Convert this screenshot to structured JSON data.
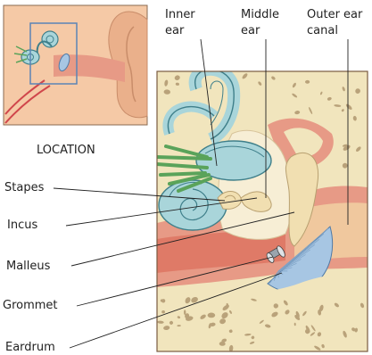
{
  "labels": {
    "inner_ear": [
      "Inner",
      "ear"
    ],
    "middle_ear": [
      "Middle",
      "ear"
    ],
    "outer_ear_canal": [
      "Outer ear",
      "canal"
    ],
    "location": "LOCATION",
    "stapes": "Stapes",
    "incus": "Incus",
    "malleus": "Malleus",
    "grommet": "Grommet",
    "eardrum": "Eardrum"
  },
  "colors": {
    "skin": "#f5c9a6",
    "bone": "#f1e5bd",
    "bone_spot": "#b9a27a",
    "inner_ear": "#a9d5da",
    "nerve": "#5aa35a",
    "canal": "#e79a86",
    "eardrum": "#a7c6e3",
    "frame": "#7a5a40",
    "highlight_box": "#5b84b5"
  }
}
